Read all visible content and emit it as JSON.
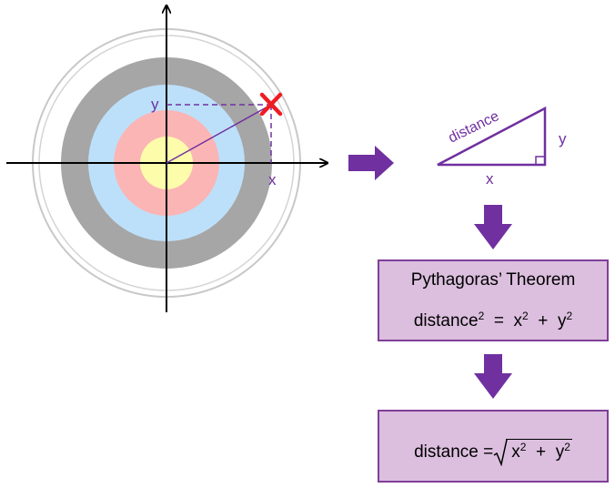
{
  "target": {
    "rings": [
      {
        "label": "outer-white",
        "color": "#ffffff",
        "stroke": "#c8c8c8"
      },
      {
        "label": "gray",
        "color": "#a6a6a6"
      },
      {
        "label": "blue",
        "color": "#bde0fa"
      },
      {
        "label": "red",
        "color": "#fbb5b5"
      },
      {
        "label": "yellow",
        "color": "#fdfcab"
      }
    ],
    "axis_color": "#000000",
    "hit_marker_color": "#ee1c24",
    "x_label": "x",
    "y_label": "y"
  },
  "arrow_color": "#7030a0",
  "triangle": {
    "hypotenuse_label": "distance",
    "x_label": "x",
    "y_label": "y",
    "color": "#7030a0"
  },
  "theorem_box": {
    "title": "Pythagoras’ Theorem",
    "lhs": "distance",
    "lhs_exp": "2",
    "eq": "=",
    "x": "x",
    "x_exp": "2",
    "plus": "+",
    "y": "y",
    "y_exp": "2"
  },
  "result_box": {
    "lhs": "distance",
    "eq": "=",
    "x": "x",
    "x_exp": "2",
    "plus": "+",
    "y": "y",
    "y_exp": "2"
  }
}
